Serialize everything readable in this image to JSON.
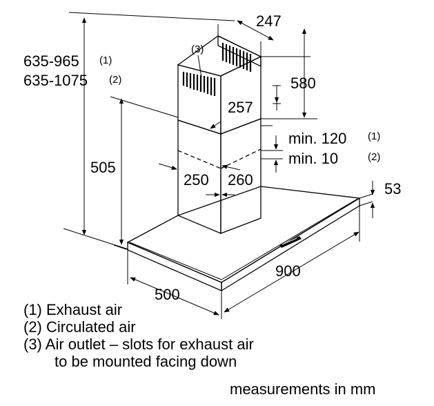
{
  "dimensions": {
    "height_exhaust": "635-965",
    "height_exhaust_note": "(1)",
    "height_circulated": "635-1075",
    "height_circulated_note": "(2)",
    "chimney_height": "505",
    "upper_width": "247",
    "upper_height": "580",
    "upper_depth": "257",
    "min_exhaust": "min. 120",
    "min_exhaust_note": "(1)",
    "min_circulated": "min. 10",
    "min_circulated_note": "(2)",
    "chimney_depth": "250",
    "chimney_width": "260",
    "canopy_thickness": "53",
    "width": "900",
    "depth": "500",
    "outlet_note": "(3)"
  },
  "legend": [
    "(1) Exhaust air",
    "(2) Circulated air",
    "(3) Air outlet – slots for exhaust air",
    "to be mounted facing down"
  ],
  "units_note": "measurements in mm"
}
